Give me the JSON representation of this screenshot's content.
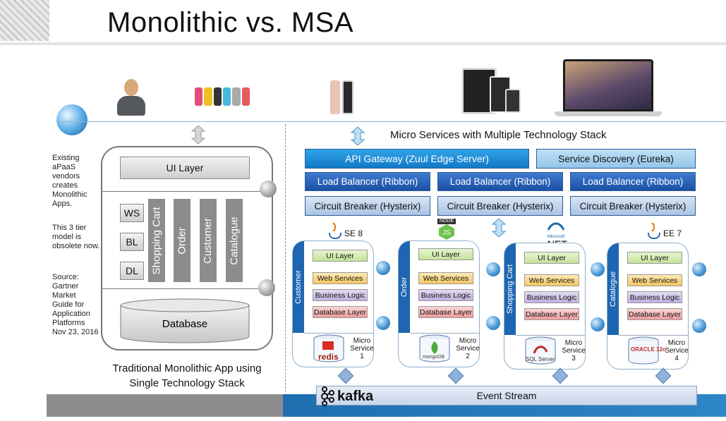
{
  "title": "Monolithic vs. MSA",
  "monolith": {
    "side_note_1": "Existing aPaaS vendors creates Monolithic Apps.",
    "side_note_2": "This 3 tier model is obsolete now.",
    "source": "Source: Gartner Market Guide for Application Platforms Nov 23, 2016",
    "ui_layer": "UI Layer",
    "tiers": [
      "WS",
      "BL",
      "DL"
    ],
    "modules": [
      "Shopping Cart",
      "Order",
      "Customer",
      "Catalogue"
    ],
    "database": "Database",
    "caption_line1": "Traditional Monolithic App using",
    "caption_line2": "Single Technology Stack"
  },
  "msa": {
    "title": "Micro Services with Multiple Technology Stack",
    "api_gateway": "API Gateway (Zuul Edge Server)",
    "service_discovery": "Service Discovery (Eureka)",
    "load_balancer": "Load Balancer (Ribbon)",
    "circuit_breaker": "Circuit Breaker (Hysterix)",
    "layers": [
      "UI Layer",
      "Web Services",
      "Business Logic",
      "Database Layer"
    ],
    "services": [
      {
        "label": "Customer",
        "tech": "SE 8",
        "db": "redis",
        "name": "Micro Service 1"
      },
      {
        "label": "Order",
        "tech": "",
        "db": "mongoDB",
        "name": "Micro Service 2"
      },
      {
        "label": "Shopping Cart",
        "tech": ".NET",
        "db": "SQL Server",
        "name": "Micro Service 3"
      },
      {
        "label": "Catalogue",
        "tech": "EE 7",
        "db": "ORACLE 12c",
        "name": "Micro Service 4"
      }
    ],
    "kafka": "kafka",
    "event_stream": "Event Stream",
    "node_badge": "NODE",
    "ms_badge": "Microsoft"
  },
  "colors": {
    "accent_blue": "#1e66b2",
    "api_blue": "#1279c6",
    "grey_band": "#8d8d8d"
  },
  "icons": [
    "globe-icon",
    "user-icon",
    "smartwatch-icon",
    "smartphone-icon",
    "tablet-icon",
    "laptop-icon",
    "java-icon",
    "nodejs-icon",
    "dotnet-icon",
    "redis-icon",
    "mongodb-icon",
    "sqlserver-icon",
    "oracle-icon",
    "kafka-icon"
  ]
}
